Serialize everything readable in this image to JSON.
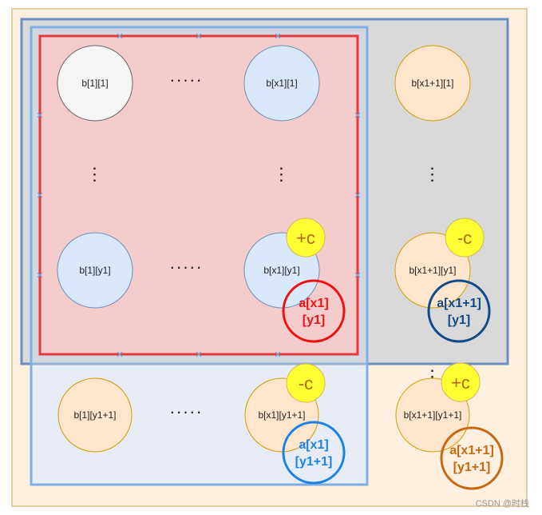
{
  "colors": {
    "outer_bg": "#fdf0e0",
    "outer_border": "#e8c9a0",
    "gray_region": "#dadada",
    "gray_border": "#6c8ebf",
    "blue_region": "#e8ecf6",
    "blue_border": "#7eaee3",
    "red_region": "#f4cccc",
    "red_border": "#e6373a",
    "node_white_fill": "#f5f5f5",
    "node_white_stroke": "#666666",
    "node_blue_fill": "#dae8fc",
    "node_blue_stroke": "#6c8ebf",
    "node_orange_fill": "#ffe6cc",
    "node_orange_stroke": "#d79b00",
    "op_fill": "#ffff33",
    "op_text": "#b46504"
  },
  "nodes": {
    "b_1_1": "b[1][1]",
    "b_x1_1": "b[x1][1]",
    "b_x1p1_1": "b[x1+1][1]",
    "b_1_y1": "b[1][y1]",
    "b_x1_y1": "b[x1][y1]",
    "b_x1p1_y1": "b[x1+1][y1]",
    "b_1_y1p1": "b[1][y1+1]",
    "b_x1_y1p1": "b[x1][y1+1]",
    "b_x1p1_y1p1": "b[x1+1][y1+1]"
  },
  "ellipsis": {
    "horizontal": "·····",
    "vertical": "⋮"
  },
  "operators": {
    "plus_top": "+c",
    "minus_top": "-c",
    "minus_bottom": "-c",
    "plus_bottom": "+c"
  },
  "a_labels": {
    "a_x1_y1": {
      "line1": "a[x1]",
      "line2": "[y1]",
      "color": "#ee1111"
    },
    "a_x1p1_y1": {
      "line1": "a[x1+1]",
      "line2": "[y1]",
      "color": "#0f4a8a"
    },
    "a_x1_y1p1": {
      "line1": "a[x1]",
      "line2": "[y1+1]",
      "color": "#1a83e6"
    },
    "a_x1p1_y1p1": {
      "line1": "a[x1+1]",
      "line2": "[y1+1]",
      "color": "#c8680e"
    }
  },
  "watermark": "CSDN @时栈"
}
